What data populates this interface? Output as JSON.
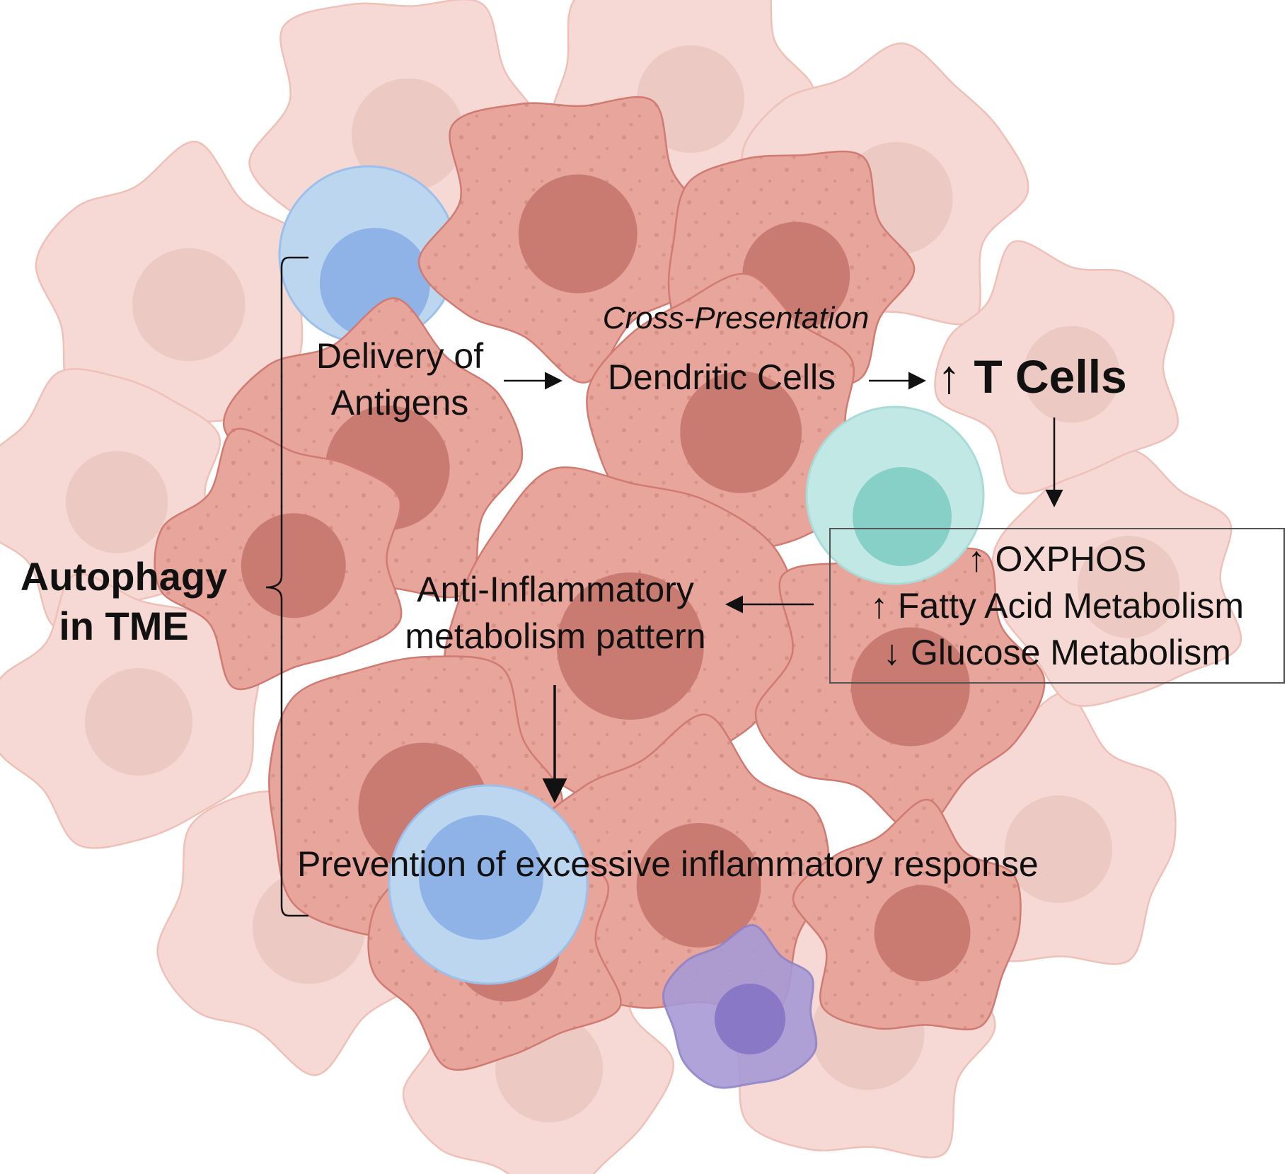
{
  "diagram": {
    "side_label": {
      "lines": [
        "Autophagy",
        "in TME"
      ]
    },
    "nodes": {
      "delivery": {
        "lines": [
          "Delivery of",
          "Antigens"
        ]
      },
      "cross_presentation": "Cross-Presentation",
      "dendritic_cells": "Dendritic Cells",
      "t_cells": "↑ T Cells",
      "metabolism_box": {
        "lines": [
          "↑ OXPHOS",
          "↑ Fatty Acid Metabolism",
          "↓ Glucose Metabolism"
        ]
      },
      "anti_inflammatory": {
        "lines": [
          "Anti-Inflammatory",
          "metabolism pattern"
        ]
      },
      "prevention": "Prevention of excessive inflammatory response"
    },
    "colors": {
      "tumor_cell": "#e8a59c",
      "tumor_cell_edge": "#d07a72",
      "tumor_nucleus": "#c97b72",
      "faded_cell": "#f6d9d4",
      "faded_cell_edge": "#efc0b8",
      "blue_cell": "#bcd6f0",
      "blue_nucleus": "#8fb3e6",
      "teal_cell": "#c2e8e6",
      "teal_nucleus": "#86d0c8",
      "purple_cell": "#a79ad6",
      "purple_nucleus": "#8878c6",
      "arrow": "#111111"
    },
    "icons": [
      "tumor-cell-cluster",
      "dendritic-cell",
      "t-cell",
      "immune-cell"
    ]
  }
}
